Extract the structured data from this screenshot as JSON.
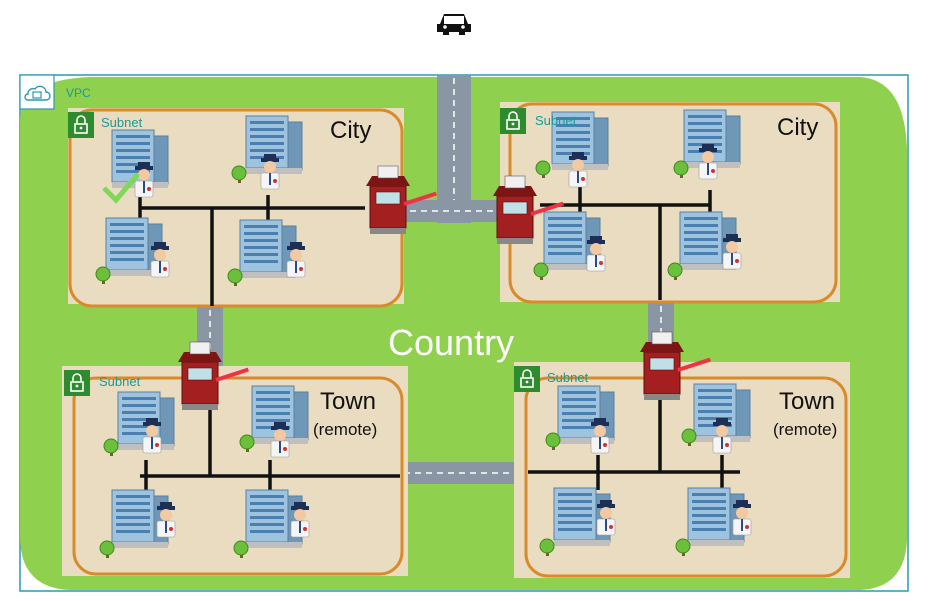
{
  "vpc": {
    "label": "VPC"
  },
  "country": {
    "label": "Country"
  },
  "areas": [
    {
      "subnet": "Subnet",
      "title": "City",
      "subtitle": ""
    },
    {
      "subnet": "Subnet",
      "title": "City",
      "subtitle": ""
    },
    {
      "subnet": "Subnet",
      "title": "Town",
      "subtitle": "(remote)"
    },
    {
      "subnet": "Subnet",
      "title": "Town",
      "subtitle": "(remote)"
    }
  ],
  "icons": {
    "top": "car-icon",
    "vpc": "cloud-lock-icon",
    "subnet": "lock-icon",
    "building": "office-building-icon",
    "guard": "security-guard-icon",
    "booth": "toll-booth-icon",
    "checkmark": "checkmark-icon"
  },
  "colors": {
    "grass": "#8fd14f",
    "vpc_border": "#2a9ab0",
    "sand": "#e9dcc0",
    "area_border": "#d98a2b",
    "road": "#8a96a3",
    "booth": "#a41f1f",
    "subnet_badge": "#2e8b2e"
  }
}
